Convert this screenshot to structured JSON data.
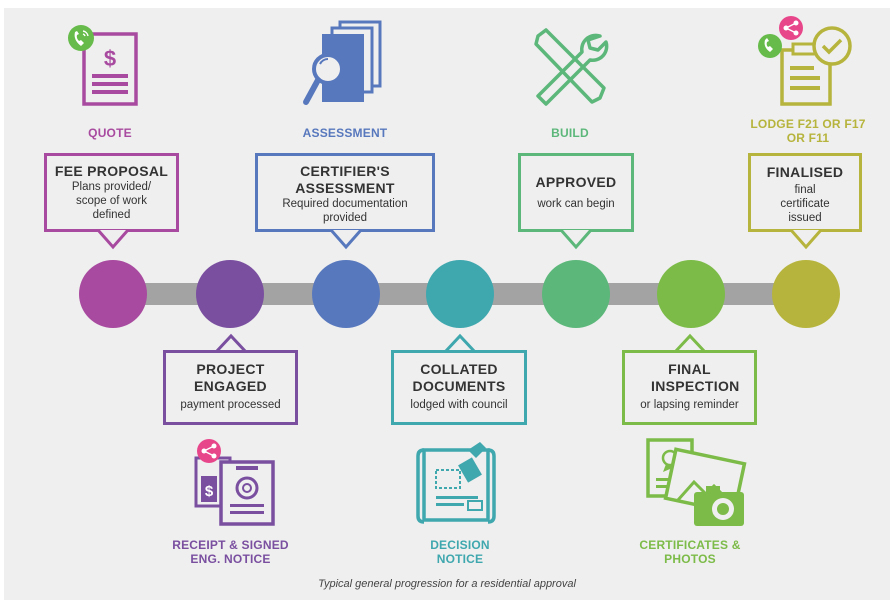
{
  "colors": {
    "background": "#efefef",
    "bar": "#a3a3a3",
    "text": "#333333",
    "magenta": "#a84a9f",
    "purple": "#7a4fa0",
    "blue": "#5878bd",
    "teal": "#3fa7ae",
    "green": "#5cb77a",
    "lime": "#7cbb48",
    "olive": "#b6b43c",
    "pink": "#e8468b",
    "phone_green": "#66bb4a"
  },
  "top_stages": [
    {
      "icon_label": "QUOTE",
      "icon": "quote-document-icon",
      "title": "FEE PROPOSAL",
      "subtitle": "Plans provided/ scope of work defined"
    },
    {
      "icon_label": "ASSESSMENT",
      "icon": "magnifier-documents-icon",
      "title": "CERTIFIER'S ASSESSMENT",
      "subtitle": "Required documentation provided"
    },
    {
      "icon_label": "BUILD",
      "icon": "tools-icon",
      "title": "APPROVED",
      "subtitle": "work can begin"
    },
    {
      "icon_label": "LODGE F21 OR F17 OR F11",
      "icon": "checked-document-icon",
      "title": "FINALISED",
      "subtitle": "final certificate issued"
    }
  ],
  "bottom_stages": [
    {
      "title": "PROJECT ENGAGED",
      "subtitle": "payment processed",
      "icon_label": "RECEIPT & SIGNED ENG. NOTICE",
      "icon": "receipt-notice-icon"
    },
    {
      "title": "COLLATED DOCUMENTS",
      "subtitle": "lodged with council",
      "icon_label": "DECISION NOTICE",
      "icon": "stamped-scroll-icon"
    },
    {
      "title": "FINAL INSPECTION",
      "subtitle": "or lapsing reminder",
      "icon_label": "CERTIFICATES & PHOTOS",
      "icon": "certificate-camera-icon"
    }
  ],
  "caption": "Typical general progression for a residential approval"
}
